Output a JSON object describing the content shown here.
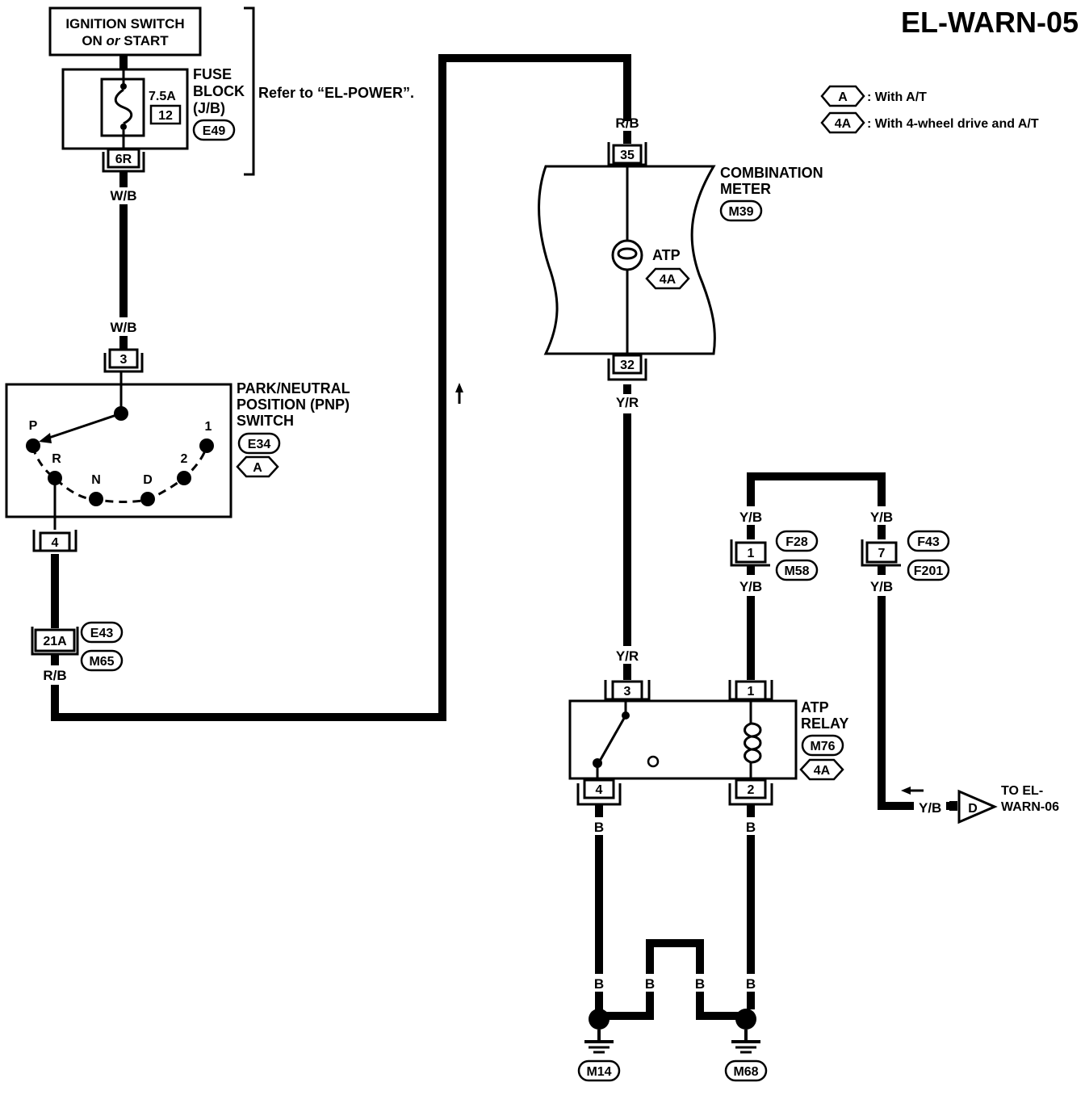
{
  "title": "EL-WARN-05",
  "legend": [
    {
      "tag": "A",
      "text": ": With A/T"
    },
    {
      "tag": "4A",
      "text": ": With 4-wheel drive and A/T"
    }
  ],
  "ignition": {
    "line1": "IGNITION SWITCH",
    "line2_a": "ON ",
    "line2_or": "or",
    "line2_b": " START"
  },
  "fuse": {
    "amp": "7.5A",
    "num": "12",
    "label1": "FUSE",
    "label2": "BLOCK",
    "label3": "(J/B)",
    "conn": "E49",
    "terminal": "6R"
  },
  "refer": "Refer to “EL-POWER”.",
  "wire_colors": {
    "wb": "W/B",
    "rb": "R/B",
    "yr": "Y/R",
    "yb": "Y/B",
    "b": "B"
  },
  "pnp": {
    "label1": "PARK/NEUTRAL",
    "label2": "POSITION (PNP)",
    "label3": "SWITCH",
    "conn": "E34",
    "tag": "A",
    "term_in": "3",
    "term_out": "4",
    "positions": {
      "p": "P",
      "r": "R",
      "n": "N",
      "d": "D",
      "two": "2",
      "one": "1"
    }
  },
  "joint": {
    "terminal": "21A",
    "conn1": "E43",
    "conn2": "M65"
  },
  "meter": {
    "label1": "COMBINATION",
    "label2": "METER",
    "conn": "M39",
    "term_in": "35",
    "term_out": "32",
    "lamp": "ATP",
    "tag": "4A"
  },
  "relay": {
    "label1": "ATP",
    "label2": "RELAY",
    "conn": "M76",
    "tag": "4A",
    "t3": "3",
    "t1": "1",
    "t4": "4",
    "t2": "2"
  },
  "splice": {
    "left_term": "1",
    "left_conn1": "F28",
    "left_conn2": "M58",
    "right_term": "7",
    "right_conn1": "F43",
    "right_conn2": "F201"
  },
  "to_warn": {
    "tag": "D",
    "line1": "TO EL-",
    "line2": "WARN-06"
  },
  "grounds": {
    "left": "M14",
    "right": "M68"
  }
}
